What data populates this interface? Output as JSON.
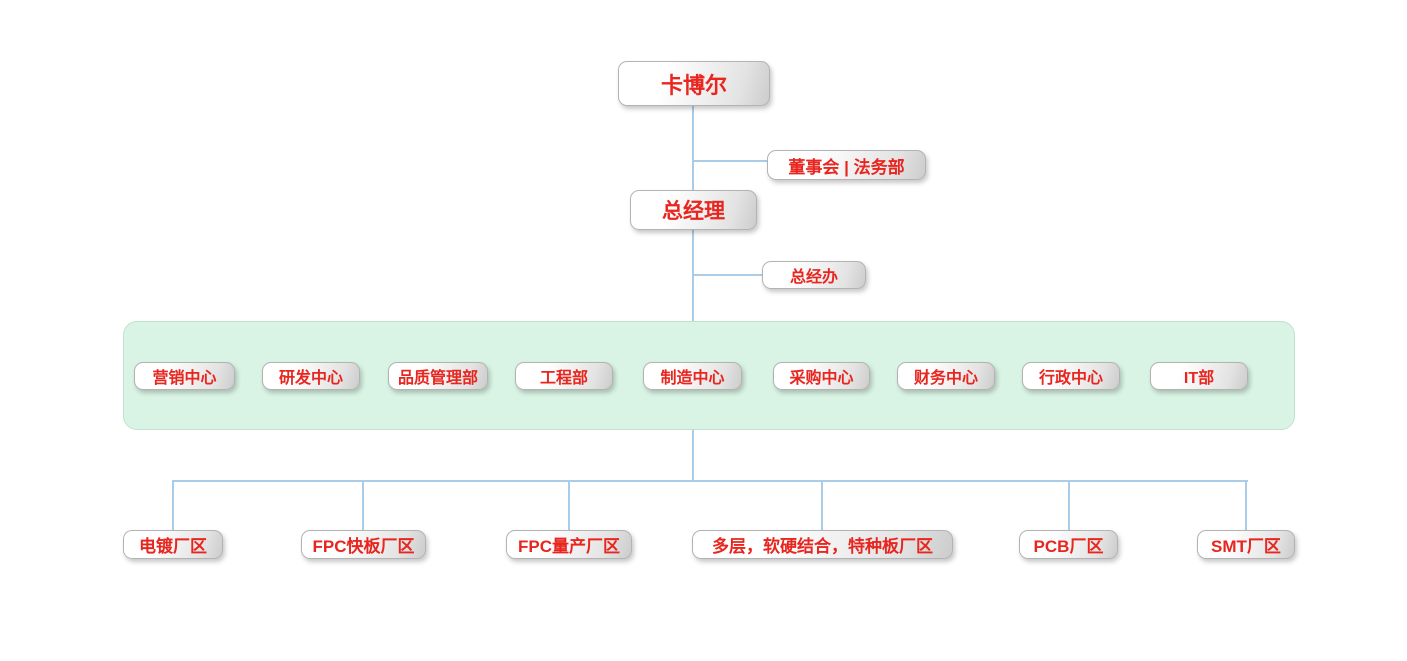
{
  "colors": {
    "text_red": "#e8261f",
    "line_blue": "#a9cce9",
    "container_green": "#d9f4e4",
    "container_border": "#bfe3cf",
    "node_border": "#b3b3b3"
  },
  "org": {
    "root": {
      "label": "卡博尔"
    },
    "board_legal": {
      "label": "董事会 | 法务部"
    },
    "general_manager": {
      "label": "总经理"
    },
    "gm_office": {
      "label": "总经办"
    },
    "departments": [
      {
        "label": "营销中心"
      },
      {
        "label": "研发中心"
      },
      {
        "label": "品质管理部"
      },
      {
        "label": "工程部"
      },
      {
        "label": "制造中心"
      },
      {
        "label": "采购中心"
      },
      {
        "label": "财务中心"
      },
      {
        "label": "行政中心"
      },
      {
        "label": "IT部"
      }
    ],
    "plants": [
      {
        "label": "电镀厂区"
      },
      {
        "label": "FPC快板厂区"
      },
      {
        "label": "FPC量产厂区"
      },
      {
        "label": "多层，软硬结合，特种板厂区"
      },
      {
        "label": "PCB厂区"
      },
      {
        "label": "SMT厂区"
      }
    ]
  }
}
